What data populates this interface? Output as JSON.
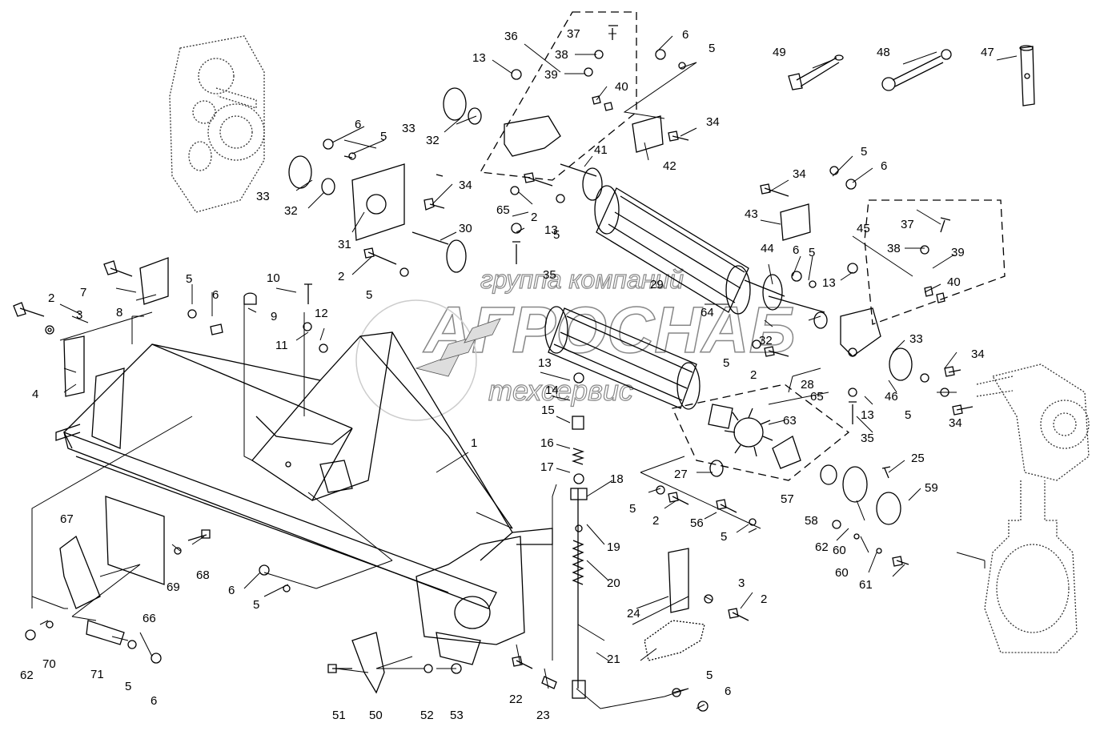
{
  "watermark": {
    "line1": "группа компаний",
    "line2": "АГРОСНАБ",
    "line3": "техсервис"
  },
  "callouts": [
    {
      "n": "36",
      "label": "36"
    },
    {
      "n": "37",
      "label": "37"
    },
    {
      "n": "38",
      "label": "38"
    },
    {
      "n": "39",
      "label": "39"
    },
    {
      "n": "40",
      "label": "40"
    },
    {
      "n": "13",
      "label": "13"
    },
    {
      "n": "6",
      "label": "6"
    },
    {
      "n": "5",
      "label": "5"
    },
    {
      "n": "33",
      "label": "33"
    },
    {
      "n": "32",
      "label": "32"
    },
    {
      "n": "41",
      "label": "41"
    },
    {
      "n": "42",
      "label": "42"
    },
    {
      "n": "34",
      "label": "34"
    },
    {
      "n": "49",
      "label": "49"
    },
    {
      "n": "48",
      "label": "48"
    },
    {
      "n": "47",
      "label": "47"
    },
    {
      "n": "31",
      "label": "31"
    },
    {
      "n": "30",
      "label": "30"
    },
    {
      "n": "2",
      "label": "2"
    },
    {
      "n": "65",
      "label": "65"
    },
    {
      "n": "35",
      "label": "35"
    },
    {
      "n": "29",
      "label": "29"
    },
    {
      "n": "64",
      "label": "64"
    },
    {
      "n": "44",
      "label": "44"
    },
    {
      "n": "43",
      "label": "43"
    },
    {
      "n": "45",
      "label": "45"
    },
    {
      "n": "46",
      "label": "46"
    },
    {
      "n": "28",
      "label": "28"
    },
    {
      "n": "63",
      "label": "63"
    },
    {
      "n": "27",
      "label": "27"
    },
    {
      "n": "57",
      "label": "57"
    },
    {
      "n": "58",
      "label": "58"
    },
    {
      "n": "59",
      "label": "59"
    },
    {
      "n": "25",
      "label": "25"
    },
    {
      "n": "60",
      "label": "60"
    },
    {
      "n": "61",
      "label": "61"
    },
    {
      "n": "62",
      "label": "62"
    },
    {
      "n": "56",
      "label": "56"
    },
    {
      "n": "7",
      "label": "7"
    },
    {
      "n": "8",
      "label": "8"
    },
    {
      "n": "3",
      "label": "3"
    },
    {
      "n": "4",
      "label": "4"
    },
    {
      "n": "9",
      "label": "9"
    },
    {
      "n": "10",
      "label": "10"
    },
    {
      "n": "11",
      "label": "11"
    },
    {
      "n": "12",
      "label": "12"
    },
    {
      "n": "1",
      "label": "1"
    },
    {
      "n": "14",
      "label": "14"
    },
    {
      "n": "15",
      "label": "15"
    },
    {
      "n": "16",
      "label": "16"
    },
    {
      "n": "17",
      "label": "17"
    },
    {
      "n": "18",
      "label": "18"
    },
    {
      "n": "19",
      "label": "19"
    },
    {
      "n": "20",
      "label": "20"
    },
    {
      "n": "21",
      "label": "21"
    },
    {
      "n": "22",
      "label": "22"
    },
    {
      "n": "23",
      "label": "23"
    },
    {
      "n": "24",
      "label": "24"
    },
    {
      "n": "50",
      "label": "50"
    },
    {
      "n": "51",
      "label": "51"
    },
    {
      "n": "52",
      "label": "52"
    },
    {
      "n": "53",
      "label": "53"
    },
    {
      "n": "66",
      "label": "66"
    },
    {
      "n": "67",
      "label": "67"
    },
    {
      "n": "68",
      "label": "68"
    },
    {
      "n": "69",
      "label": "69"
    },
    {
      "n": "70",
      "label": "70"
    },
    {
      "n": "71",
      "label": "71"
    }
  ]
}
